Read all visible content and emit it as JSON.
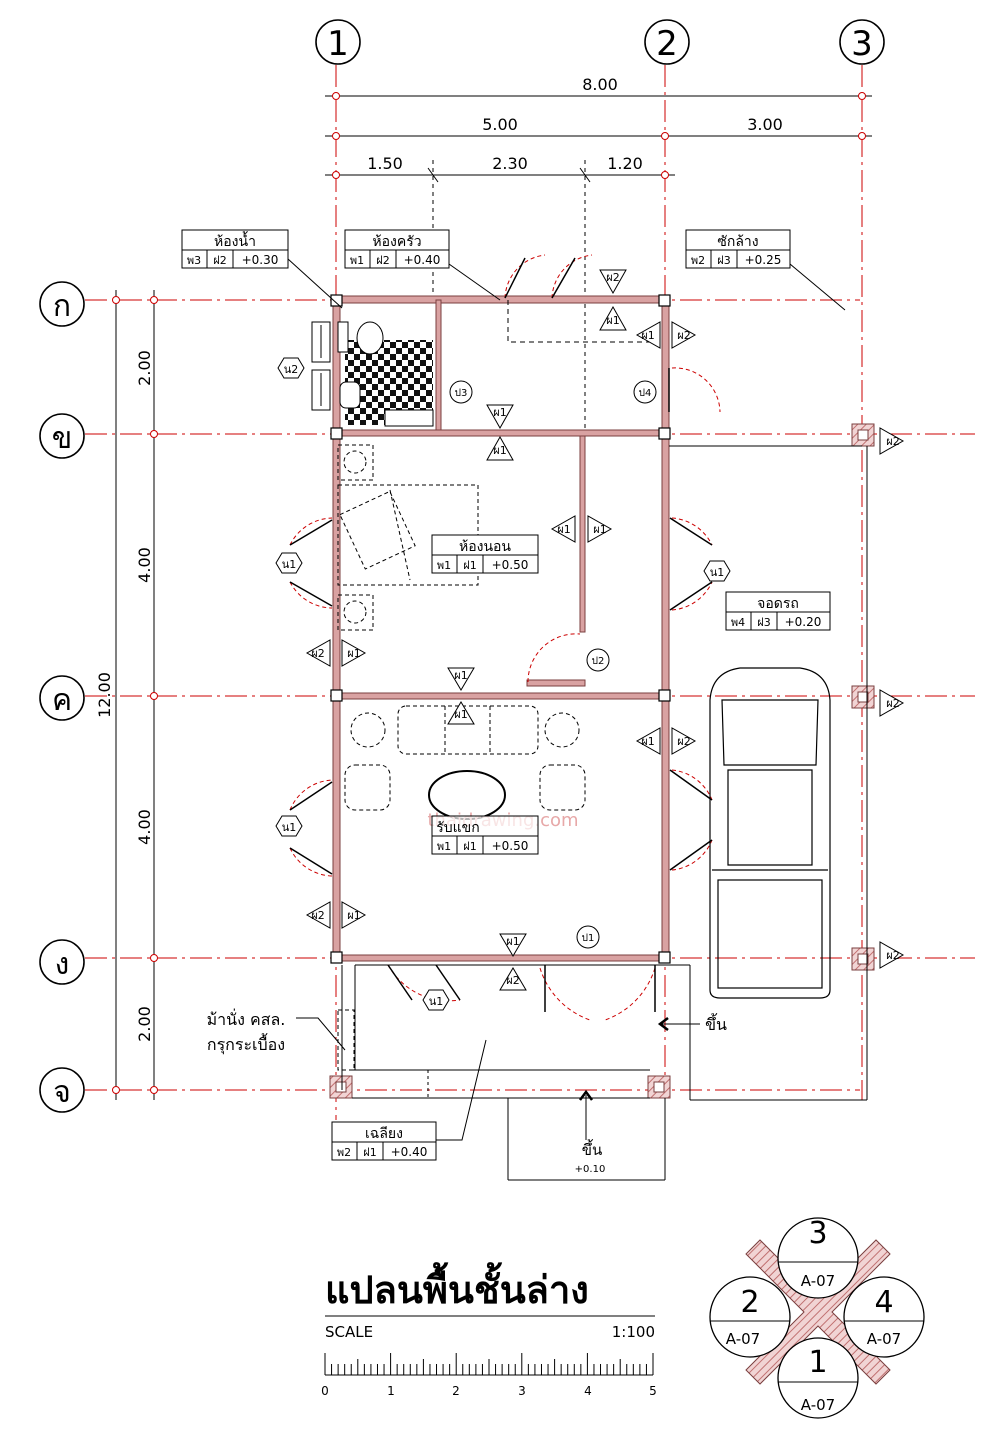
{
  "title": "แปลนพื้นชั้นล่าง",
  "scale": {
    "label": "SCALE",
    "ratio": "1:100",
    "ticks": [
      "0",
      "1",
      "2",
      "3",
      "4",
      "5"
    ]
  },
  "watermark": "thaidrawing.com",
  "grid": {
    "columns": [
      "1",
      "2",
      "3"
    ],
    "rows": [
      "ก",
      "ข",
      "ค",
      "ง",
      "จ"
    ]
  },
  "dimensions": {
    "top_total": "8.00",
    "top_mid": [
      "5.00",
      "3.00"
    ],
    "top_sub": [
      "1.50",
      "2.30",
      "1.20"
    ],
    "left_total": "12.00",
    "left_sub": [
      "2.00",
      "4.00",
      "4.00",
      "2.00"
    ]
  },
  "rooms": [
    {
      "name": "ห้องน้ำ",
      "codes": [
        "พ3",
        "ฝ2",
        "+0.30"
      ]
    },
    {
      "name": "ห้องครัว",
      "codes": [
        "พ1",
        "ฝ2",
        "+0.40"
      ]
    },
    {
      "name": "ซักล้าง",
      "codes": [
        "พ2",
        "ฝ3",
        "+0.25"
      ]
    },
    {
      "name": "ห้องนอน",
      "codes": [
        "พ1",
        "ฝ1",
        "+0.50"
      ]
    },
    {
      "name": "จอดรถ",
      "codes": [
        "พ4",
        "ฝ3",
        "+0.20"
      ]
    },
    {
      "name": "รับแขก",
      "codes": [
        "พ1",
        "ฝ1",
        "+0.50"
      ]
    },
    {
      "name": "เฉลียง",
      "codes": [
        "พ2",
        "ฝ1",
        "+0.40"
      ]
    }
  ],
  "annotations": {
    "bench_line1": "ม้านั่ง คสล.",
    "bench_line2": "กรุกระเบื้อง",
    "up_right": "ขึ้น",
    "up_bottom": "ขึ้น",
    "up_level": "+0.10"
  },
  "markers": {
    "windows": [
      "น1",
      "น1",
      "น1",
      "น1",
      "น2"
    ],
    "doors": [
      "ป1",
      "ป2",
      "ป3",
      "ป4"
    ],
    "wall_tags": [
      "ผ1",
      "ผ2"
    ]
  },
  "section_ref": {
    "numbers": [
      "3",
      "2",
      "4",
      "1"
    ],
    "sheet": "A-07"
  },
  "colors": {
    "wall": "#d9a2a2",
    "gridline": "#cc0000",
    "swing": "#cc0000",
    "ink": "#000000"
  }
}
